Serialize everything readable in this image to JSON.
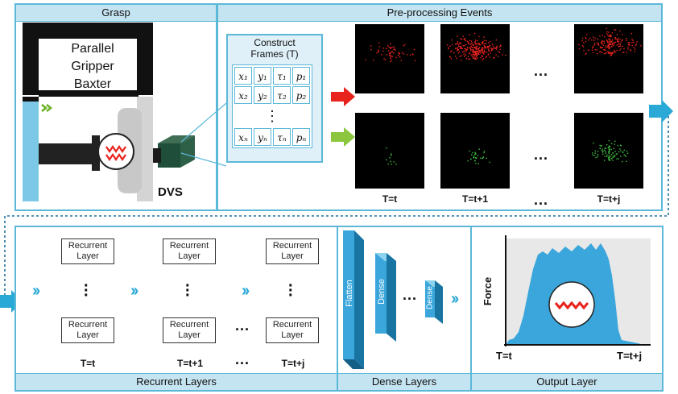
{
  "panels": {
    "grasp": "Grasp",
    "preprocessing": "Pre-processing Events",
    "recurrent": "Recurrent Layers",
    "dense": "Dense Layers",
    "output": "Output Layer"
  },
  "grasp": {
    "gripper_line1": "Parallel",
    "gripper_line2": "Gripper",
    "gripper_line3": "Baxter",
    "dvs_label": "DVS"
  },
  "construct": {
    "title_line1": "Construct",
    "title_line2": "Frames (T)",
    "rows": [
      [
        "x₁",
        "y₁",
        "τ₁",
        "p₁"
      ],
      [
        "x₂",
        "y₂",
        "τ₂",
        "p₂"
      ],
      [
        "xₙ",
        "yₙ",
        "τₙ",
        "pₙ"
      ]
    ],
    "vdots": "⋮"
  },
  "frames": {
    "labels": [
      "T=t",
      "T=t+1",
      "T=t+j"
    ],
    "ellipsis": "..."
  },
  "recurrent": {
    "box_line1": "Recurrent",
    "box_line2": "Layer",
    "time_labels": [
      "T=t",
      "T=t+1",
      "T=t+j"
    ],
    "ellipsis": "..."
  },
  "dense": {
    "layers": [
      "Flatten",
      "Dense",
      "Dense"
    ],
    "ellipsis": "..."
  },
  "output": {
    "ylabel": "Force",
    "x_start": "T=t",
    "x_end": "T=t+j"
  },
  "colors": {
    "accent": "#5bb8d9",
    "header_fill": "#c5e4f1",
    "red_arrow": "#e8231e",
    "green_arrow": "#8cc63f",
    "force_fill": "#3aa6dc"
  }
}
